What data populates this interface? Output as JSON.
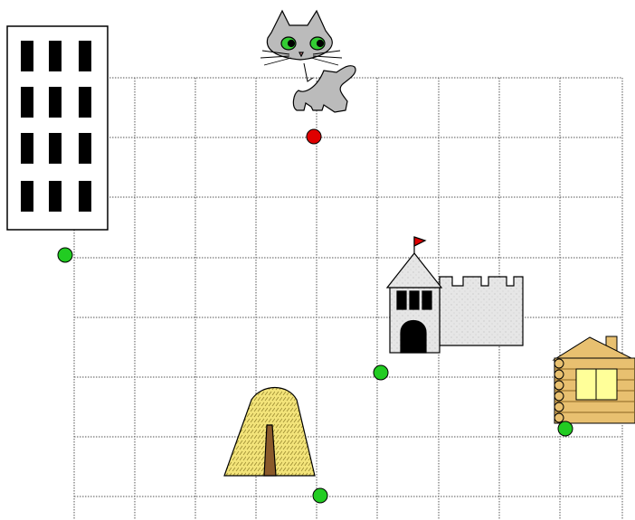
{
  "scene": {
    "grid": {
      "style": "dotted",
      "color": "#555555"
    },
    "colors": {
      "background": "#ffffff",
      "start_point": "#e00000",
      "waypoint": "#22cc22",
      "building_fill": "#ffffff",
      "window": "#000000",
      "haystack": "#f3e47a",
      "haystack_pole": "#8a5a2b",
      "castle_stone": "#e6e6e6",
      "castle_flag": "#dd0000",
      "cabin_wood": "#e8c070",
      "cabin_window": "#ffff99",
      "cat_gray": "#bbbbbb",
      "cat_eyes": "#33cc33"
    },
    "objects": [
      {
        "name": "tall-building",
        "icon": "office-building-icon"
      },
      {
        "name": "cat",
        "icon": "gray-cat-icon"
      },
      {
        "name": "castle",
        "icon": "castle-icon"
      },
      {
        "name": "haystack",
        "icon": "haystack-icon"
      },
      {
        "name": "log-cabin",
        "icon": "log-cabin-icon"
      }
    ],
    "points": [
      {
        "name": "start-point",
        "color": "red",
        "near": "cat"
      },
      {
        "name": "point-building",
        "color": "green",
        "near": "tall-building"
      },
      {
        "name": "point-castle",
        "color": "green",
        "near": "castle"
      },
      {
        "name": "point-cabin",
        "color": "green",
        "near": "log-cabin"
      },
      {
        "name": "point-haystack",
        "color": "green",
        "near": "haystack"
      }
    ]
  }
}
